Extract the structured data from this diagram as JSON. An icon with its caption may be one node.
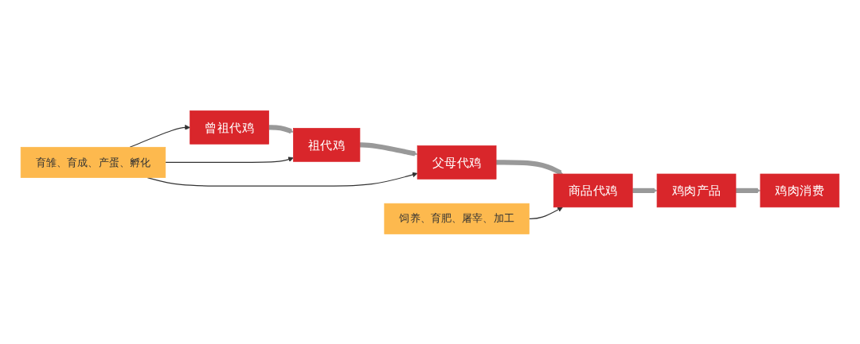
{
  "diagram": {
    "nodes": [
      {
        "text": [
          "曾祖代鸡"
        ]
      },
      {
        "text": [
          "祖代鸡"
        ]
      },
      {
        "text": [
          "父母代鸡"
        ]
      },
      {
        "text": [
          "商品代鸡"
        ]
      },
      {
        "text": [
          "鸡肉产品"
        ]
      },
      {
        "text": [
          "鸡肉消费"
        ]
      },
      {
        "text": [
          "饲养、育肥、屠宰、加工"
        ]
      },
      {
        "text": [
          "育雏、育成、产蛋、孵化"
        ]
      }
    ],
    "edges": [
      {
        "from": 0,
        "to": 1,
        "arrow": "to"
      },
      {
        "from": 1,
        "to": 2,
        "arrow": "to"
      },
      {
        "from": 2,
        "to": 3,
        "arrow": "to"
      },
      {
        "from": 3,
        "to": 4,
        "arrow": "to"
      },
      {
        "from": 4,
        "to": 5,
        "arrow": "to"
      },
      {
        "from": 6,
        "to": 3,
        "arrow": "to",
        "color": "#333333"
      },
      {
        "from": 7,
        "to": 0,
        "arrow": "to",
        "color": "#333333"
      },
      {
        "from": 7,
        "to": 1,
        "arrow": "to",
        "color": "#333333"
      },
      {
        "from": 7,
        "to": 2,
        "arrow": "to",
        "color": "#333333"
      }
    ]
  }
}
